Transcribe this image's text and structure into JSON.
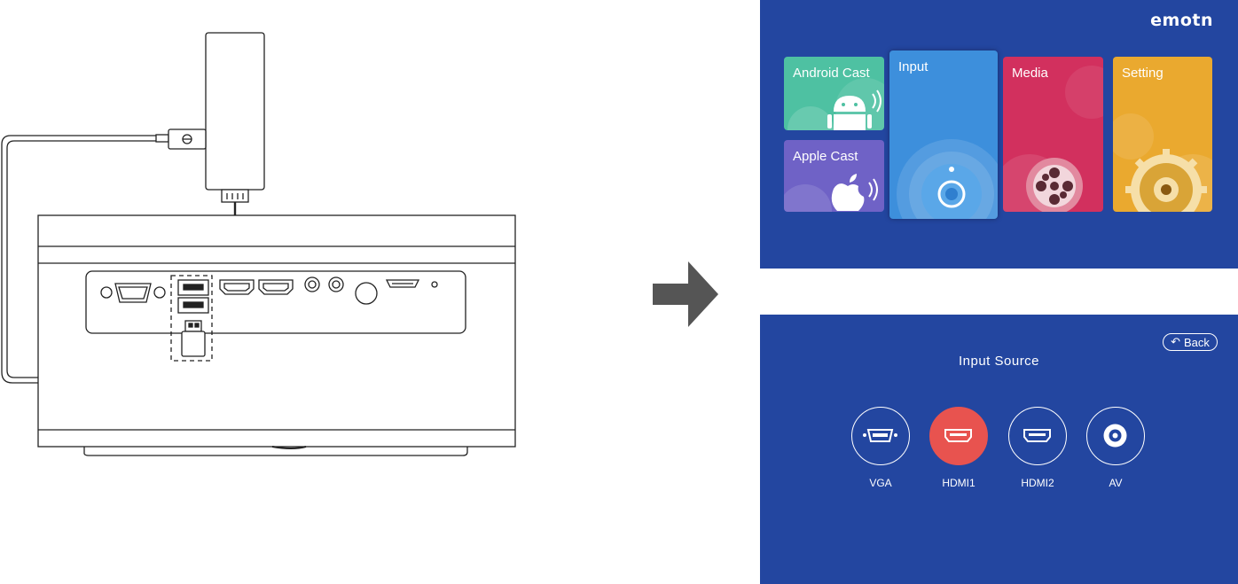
{
  "home_screen": {
    "brand": "emotn",
    "tiles": [
      {
        "label": "Android Cast",
        "icon": "android-cast-icon",
        "color": "#4ec1a2"
      },
      {
        "label": "Apple Cast",
        "icon": "apple-cast-icon",
        "color": "#6f62c6"
      },
      {
        "label": "Input",
        "icon": "input-lens-icon",
        "color": "#3d8fdc"
      },
      {
        "label": "Media",
        "icon": "film-reel-icon",
        "color": "#d2305e"
      },
      {
        "label": "Setting",
        "icon": "gear-icon",
        "color": "#eaa92f"
      }
    ]
  },
  "input_screen": {
    "back_label": "Back",
    "title": "Input  Source",
    "sources": [
      {
        "label": "VGA",
        "icon": "vga-port-icon",
        "selected": false
      },
      {
        "label": "HDMI1",
        "icon": "hdmi-port-icon",
        "selected": true
      },
      {
        "label": "HDMI2",
        "icon": "hdmi-port-icon",
        "selected": false
      },
      {
        "label": "AV",
        "icon": "av-port-icon",
        "selected": false
      }
    ]
  },
  "colors": {
    "screen_bg": "#2346a0",
    "selected_source": "#e8534f",
    "arrow": "#555555"
  }
}
